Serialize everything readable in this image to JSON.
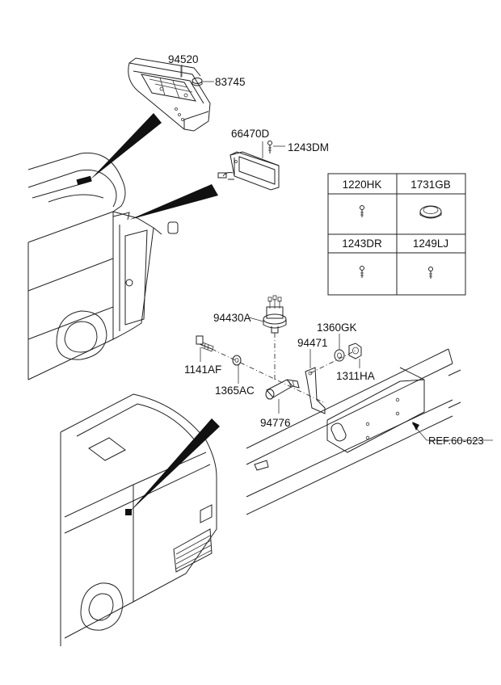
{
  "labels": {
    "p94520": "94520",
    "p83745": "83745",
    "p66470D": "66470D",
    "p1243DM": "1243DM",
    "p94430A": "94430A",
    "p1360GK": "1360GK",
    "p94471": "94471",
    "p1141AF": "1141AF",
    "p1311HA": "1311HA",
    "p1365AC": "1365AC",
    "p94776": "94776",
    "ref": "REF.60-623"
  },
  "fastener_table": {
    "cells": [
      "1220HK",
      "1731GB",
      "1243DR",
      "1249LJ"
    ]
  },
  "icons": [
    "screw-icon",
    "plug-cap-icon",
    "screw-icon",
    "screw-icon"
  ]
}
